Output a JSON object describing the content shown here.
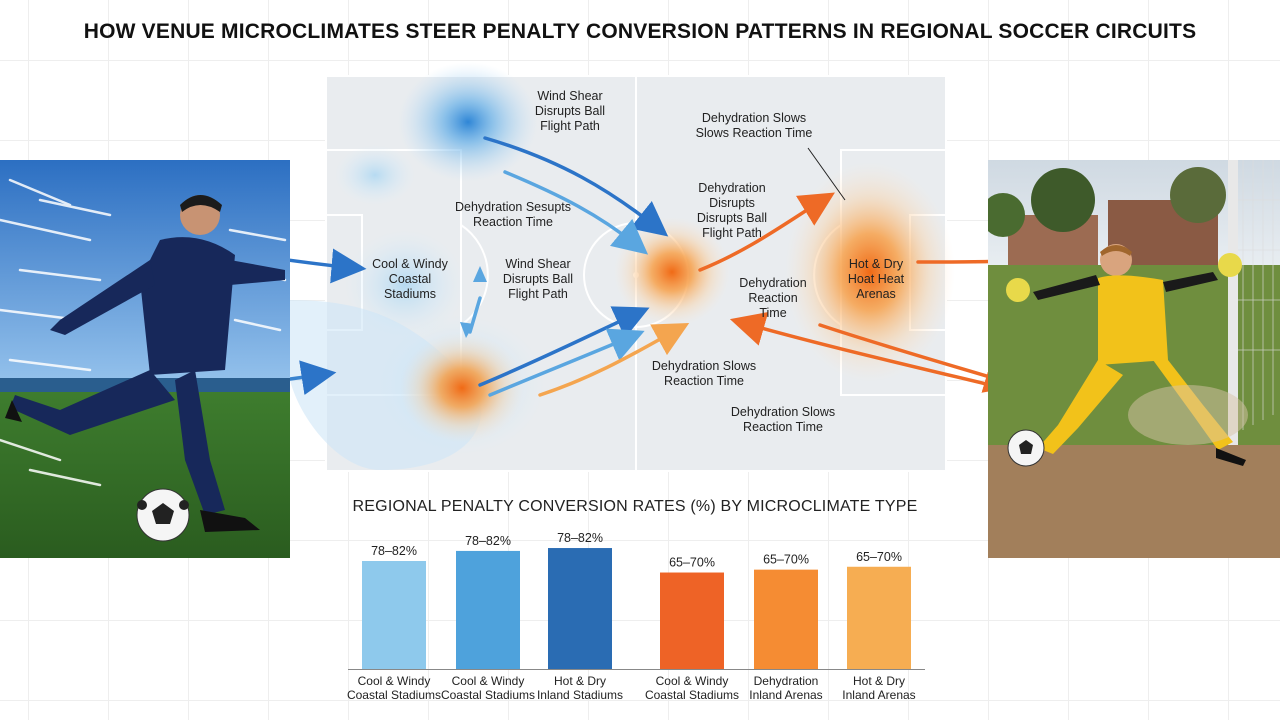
{
  "title": "HOW VENUE MICROCLIMATES STEER PENALTY CONVERSION PATTERNS IN REGIONAL SOCCER CIRCUITS",
  "map_labels": [
    {
      "id": "wind-shear-top",
      "text": "Wind Shear\nDisrupts Ball\nFlight Path"
    },
    {
      "id": "dehydration-top-right",
      "text": "Dehydration Slows\nSlows Reaction Time"
    },
    {
      "id": "dehydration-center",
      "text": "Dehydration Disrupts\nDisrupts Ball\nFlight Path"
    },
    {
      "id": "dehydration-sesupts",
      "text": "Dehydration Sesupts\nReaction Time"
    },
    {
      "id": "cool-windy",
      "text": "Cool & Windy\nCoastal\nStadiums"
    },
    {
      "id": "wind-shear-mid",
      "text": "Wind Shear\nDisrupts Ball\nFlight Path"
    },
    {
      "id": "hot-dry",
      "text": "Hot & Dry\nHoat Heat\nArenas"
    },
    {
      "id": "dehydration-reaction",
      "text": "Dehydration\nReaction\nTime"
    },
    {
      "id": "dehydration-lower",
      "text": "Dehydration Slows\nReaction Time"
    },
    {
      "id": "dehydration-bottom",
      "text": "Dehydration Slows\nReaction Time"
    }
  ],
  "colors": {
    "cool": "#3d8fd9",
    "hot": "#f07a22",
    "pitch": "#e9ecef",
    "pitch_line": "#ffffff"
  },
  "chart_data": {
    "type": "bar",
    "title": "REGIONAL PENALTY CONVERSION RATES (%) BY MICROCLIMATE TYPE",
    "categories": [
      "Cool & Windy\nCoastal Stadiums",
      "Cool & Windy\nCoastal Stadiums",
      "Hot & Dry\nInland Stadiums",
      "Cool & Windy\nCoastal Stadiums",
      "Dehydration\nInland Arenas",
      "Hot & Dry\nInland Arenas"
    ],
    "values": [
      75,
      82,
      84,
      67,
      69,
      71
    ],
    "data_labels": [
      "78–82%",
      "78–82%",
      "78–82%",
      "65–70%",
      "65–70%",
      "65–70%"
    ],
    "colors": [
      "#8ec9ec",
      "#4ea2dc",
      "#2a6cb3",
      "#ee6326",
      "#f58c33",
      "#f6ad52"
    ],
    "ylim": [
      0,
      100
    ],
    "grid": false,
    "legend": "none"
  }
}
